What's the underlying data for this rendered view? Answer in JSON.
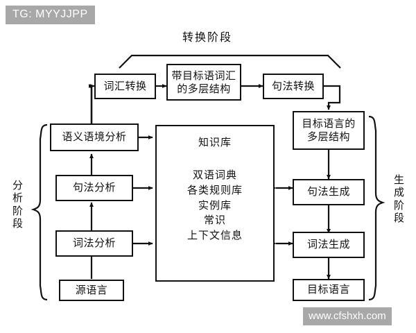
{
  "overlay": {
    "tag_badge": "TG: MYYJJPP",
    "watermark": "www.cfshxh.com"
  },
  "phases": {
    "transfer": "转换阶段",
    "analysis": [
      "分",
      "析",
      "阶",
      "段"
    ],
    "generation": [
      "生",
      "成",
      "阶",
      "段"
    ]
  },
  "nodes": {
    "lexical_transfer": "词汇转换",
    "multilayer_target_lex": [
      "带目标语词汇",
      "的多层结构"
    ],
    "syntactic_transfer": "句法转换",
    "target_multilayer": [
      "目标语言的",
      "多层结构"
    ],
    "semantic_context_analysis": "语义语境分析",
    "syntactic_analysis": "句法分析",
    "lexical_analysis": "词法分析",
    "source_language": "源语言",
    "syntactic_generation": "句法生成",
    "lexical_generation": "词法生成",
    "target_language": "目标语言"
  },
  "knowledge_base": {
    "title": "知识库",
    "items": [
      "双语词典",
      "各类规则库",
      "实例库",
      "常识",
      "上下文信息"
    ]
  },
  "colors": {
    "stroke": "#111111",
    "background": "#ffffff",
    "overlay_badge": "#a8a8a8",
    "overlay_text": "#ffffff"
  }
}
